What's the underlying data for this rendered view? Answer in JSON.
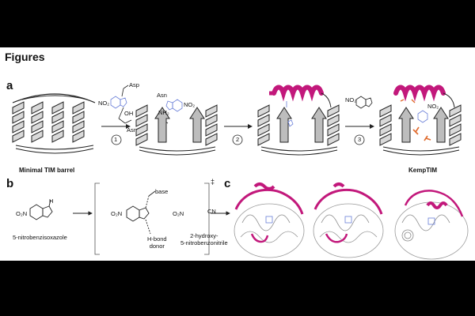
{
  "heading": "Figures",
  "panels": {
    "a": "a",
    "b": "b",
    "c": "c"
  },
  "panel_a": {
    "steps": [
      "1",
      "2",
      "3"
    ],
    "captions": {
      "minimal": "Minimal TIM barrel",
      "kemp": "KempTIM"
    },
    "chem_labels": {
      "asp": "Asp",
      "asn1": "Asn",
      "asn2": "Asn",
      "no2_1": "NO₂",
      "no2_2": "NO₂",
      "no2_3": "NO₂",
      "no2_4": "NO₂",
      "oh": "OH",
      "nh2": "NH₂"
    }
  },
  "panel_b": {
    "substrate": "5-nitrobenzisoxazole",
    "base": "base",
    "hbond": "H-bond\ndonor",
    "product": "2-hydroxy-\n5-nitrobenzonitrile",
    "double_dagger": "‡",
    "no2": "O₂N",
    "cn": "CN",
    "h": "H"
  },
  "colors": {
    "helix": "#c2187b",
    "ligand": "#6a7fd8",
    "outline": "#222222",
    "barrel": "#d9d9d9",
    "arrow": "#bdbdbd",
    "orange": "#e06a2c"
  }
}
